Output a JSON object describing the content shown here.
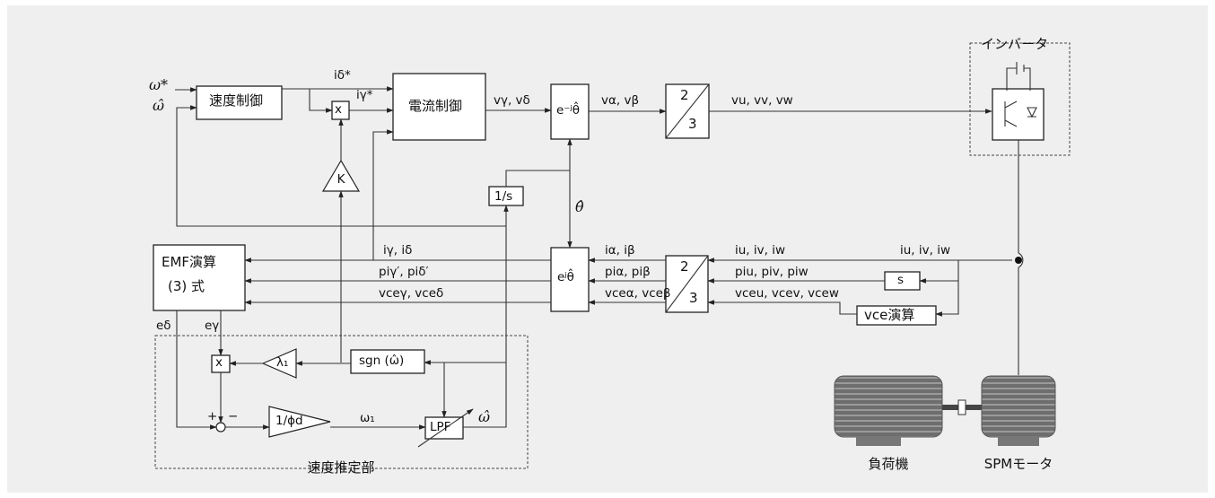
{
  "blocks": {
    "speed_control": "速度制御",
    "current_control": "電流制御",
    "multiplier": "x",
    "park": "e⁻ʲθ̂",
    "inv_park": "eʲθ̂",
    "ratio_num": "2",
    "ratio_den": "3",
    "inverter": "インバータ",
    "gain_k": "K",
    "integrator": "1/s",
    "emf_calc": "EMF演算",
    "emf_eq": "(3) 式",
    "derivative": "s",
    "vce_calc": "vce演算",
    "lambda": "λ₁",
    "sgn": "sgn (ω̂)",
    "inv_flux": "1/ϕd",
    "lpf": "LPF",
    "speed_estimator": "速度推定部",
    "load_machine": "負荷機",
    "spm_motor": "SPMモータ"
  },
  "labels": {
    "omega_star": "ω*",
    "omega_hat": "ω̂",
    "i_delta_ref": "iδ*",
    "i_gamma_ref": "iγ*",
    "v_gd": "vγ, vδ",
    "v_ab": "vα, vβ",
    "v_uvw": "vu, vv, vw",
    "theta_hat": "θ̂",
    "i_gd": "iγ, iδ",
    "pi_gd": "piγ′, piδ′",
    "vce_gd": "vceγ, vceδ",
    "i_ab": "iα, iβ",
    "pi_ab": "piα, piβ",
    "vce_ab": "vceα, vceβ",
    "i_uvw": "iu, iv, iw",
    "pi_uvw": "piu, piv, piw",
    "vce_uvw": "vceu, vcev, vcew",
    "e_delta": "eδ",
    "e_gamma": "eγ",
    "plus": "+",
    "minus": "−",
    "omega_1": "ω₁"
  }
}
